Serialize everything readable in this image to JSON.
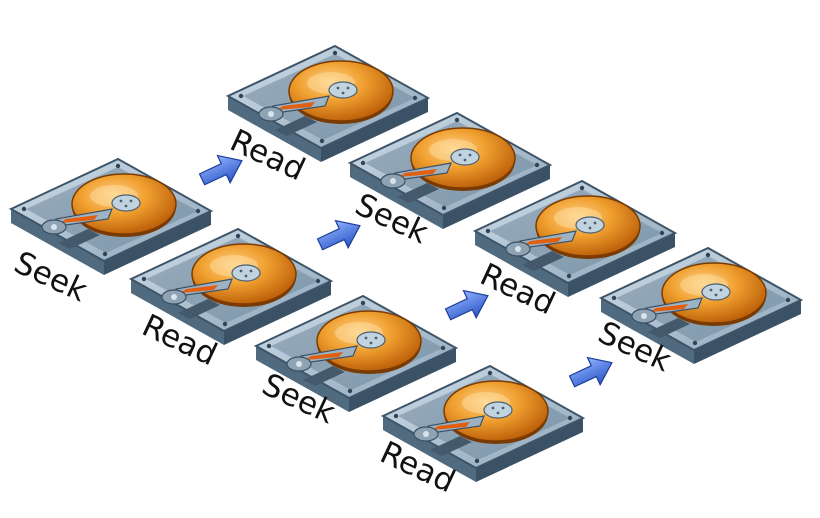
{
  "diagram": {
    "drives": [
      {
        "label": "Seek"
      },
      {
        "label": "Read"
      },
      {
        "label": "Seek"
      },
      {
        "label": "Read"
      },
      {
        "label": "Read"
      },
      {
        "label": "Seek"
      },
      {
        "label": "Read"
      },
      {
        "label": "Seek"
      }
    ],
    "colors": {
      "drive_case": "#8fa9bf",
      "drive_case_dark": "#4d6477",
      "platter": "#e08418",
      "platter_light": "#ffc46a",
      "hub": "#b4c8d8",
      "arrow": "#3c6fde",
      "label": "#111111"
    },
    "icons": [
      "hard-drive-icon",
      "arrow-right-icon"
    ]
  }
}
